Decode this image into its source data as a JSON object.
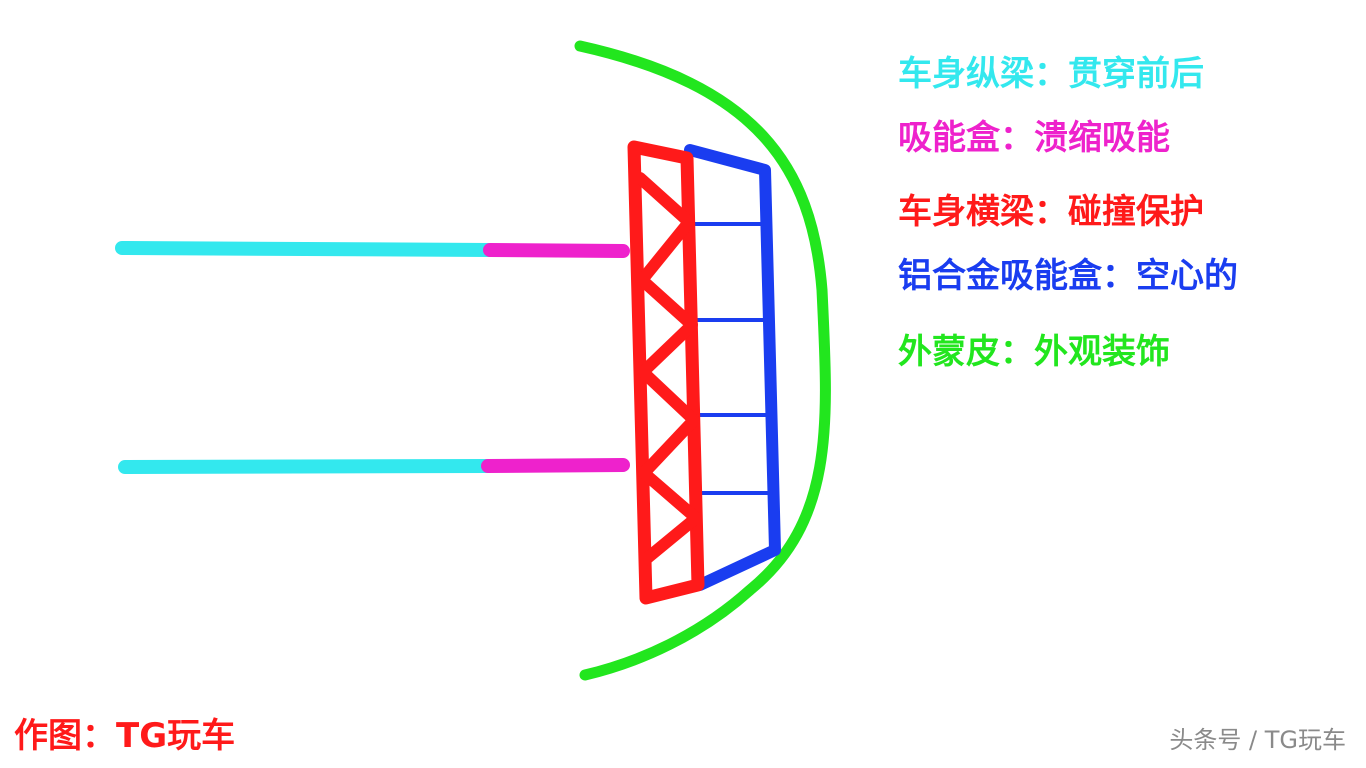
{
  "colors": {
    "longitudinal_beam": "#33e8ee",
    "crash_box": "#ee22cc",
    "cross_beam": "#ff1a1a",
    "aluminum_crash_box": "#1a3df0",
    "outer_skin": "#22e61e",
    "credit": "#ff1a1a",
    "watermark": "#8a8a8a"
  },
  "legend": [
    {
      "text": "车身纵梁：贯穿前后",
      "color": "#33e8ee"
    },
    {
      "text": "吸能盒：溃缩吸能",
      "color": "#ee22cc"
    },
    {
      "text": "车身横梁：碰撞保护",
      "color": "#ff1a1a"
    },
    {
      "text": "铝合金吸能盒：空心的",
      "color": "#1a3df0"
    },
    {
      "text": "外蒙皮：外观装饰",
      "color": "#22e61e"
    }
  ],
  "credit": "作图：TG玩车",
  "watermark": "头条号 / TG玩车"
}
